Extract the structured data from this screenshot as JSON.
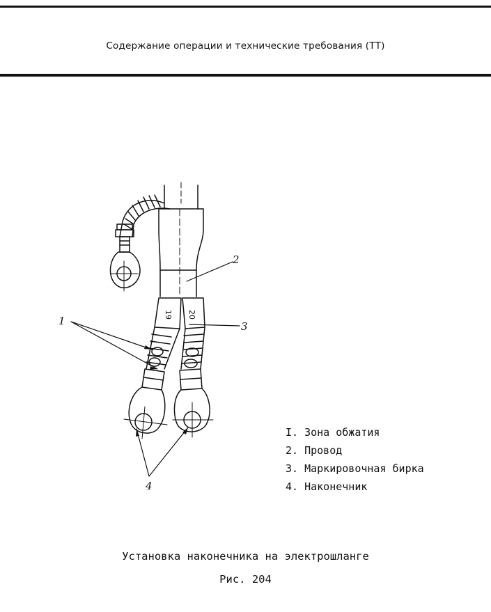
{
  "header": {
    "title": "Содержание операции и технические требования (ТТ)"
  },
  "figure": {
    "callouts": [
      "1",
      "2",
      "3",
      "4"
    ],
    "tags": [
      "19",
      "20"
    ]
  },
  "legend": {
    "items": [
      "I. Зона обжатия",
      "2. Провод",
      "3. Маркировочная бирка",
      "4. Наконечник"
    ]
  },
  "caption": {
    "title": "Установка наконечника на электрошланге",
    "figure_number": "Рис. 204"
  }
}
